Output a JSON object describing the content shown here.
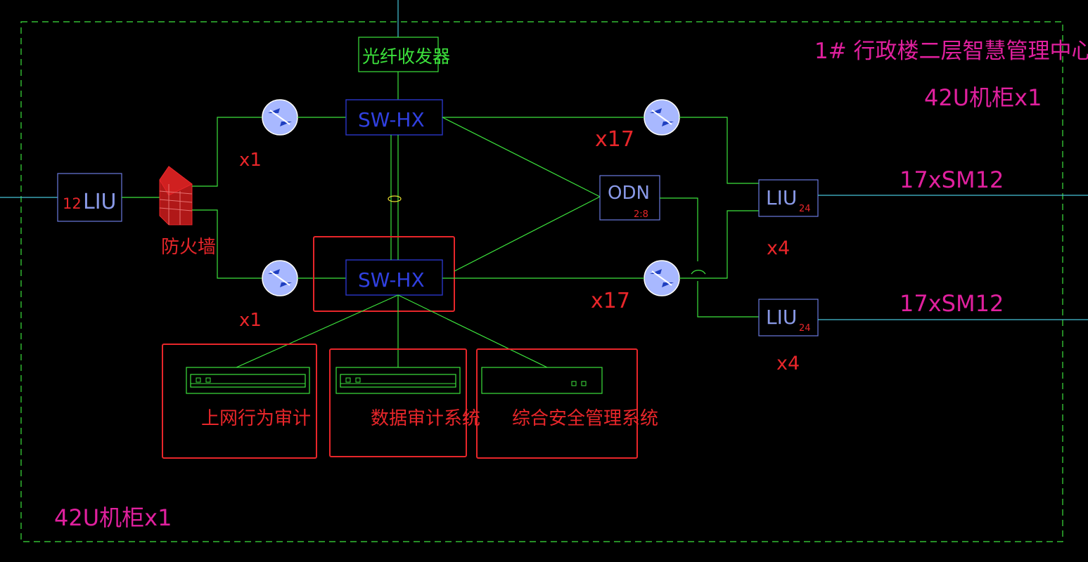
{
  "header": {
    "title": "1# 行政楼二层智慧管理中心",
    "cabinet_top": "42U机柜x1"
  },
  "cabinet_bottom": "42U机柜x1",
  "liu_main": {
    "count": "12",
    "label": "LIU"
  },
  "firewall": {
    "label": "防火墙"
  },
  "transceiver": {
    "label": "光纤收发器"
  },
  "sw_top": {
    "label": "SW-HX"
  },
  "sw_bottom": {
    "label": "SW-HX"
  },
  "odn": {
    "label": "ODN",
    "ratio": "2:8"
  },
  "multipliers": {
    "left_top": "x1",
    "left_bottom": "x1",
    "right_top": "x17",
    "right_bottom": "x17",
    "liu_top": "x4",
    "liu_bottom": "x4"
  },
  "liu_right_top": {
    "label": "LIU",
    "sub": "24"
  },
  "liu_right_bottom": {
    "label": "LIU",
    "sub": "24"
  },
  "cable_top": "17xSM12",
  "cable_bottom": "17xSM12",
  "devices": [
    {
      "label": "上网行为审计"
    },
    {
      "label": "数据审计系统"
    },
    {
      "label": "综合安全管理系统"
    }
  ],
  "colors": {
    "background": "#000000",
    "line": "#3ce23c",
    "highlight": "#e8262a",
    "title": "#e0209e",
    "switch": "#3040e0",
    "cable": "#46c4d8"
  }
}
